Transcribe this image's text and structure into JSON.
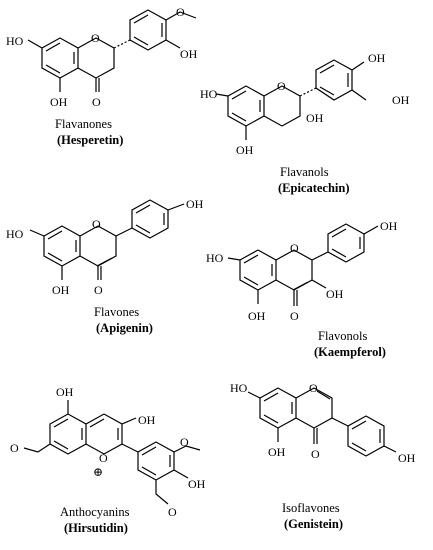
{
  "compounds": [
    {
      "class_name": "Flavanones",
      "compound_name": "(Hesperetin)"
    },
    {
      "class_name": "Flavanols",
      "compound_name": "(Epicatechin)"
    },
    {
      "class_name": "Flavones",
      "compound_name": "(Apigenin)"
    },
    {
      "class_name": "Flavonols",
      "compound_name": "(Kaempferol)"
    },
    {
      "class_name": "Anthocyanins",
      "compound_name": "(Hirsutidin)"
    },
    {
      "class_name": "Isoflavones",
      "compound_name": "(Genistein)"
    }
  ],
  "atoms": {
    "oh": "OH",
    "ho": "HO",
    "o": "O",
    "plus": "⊕"
  }
}
